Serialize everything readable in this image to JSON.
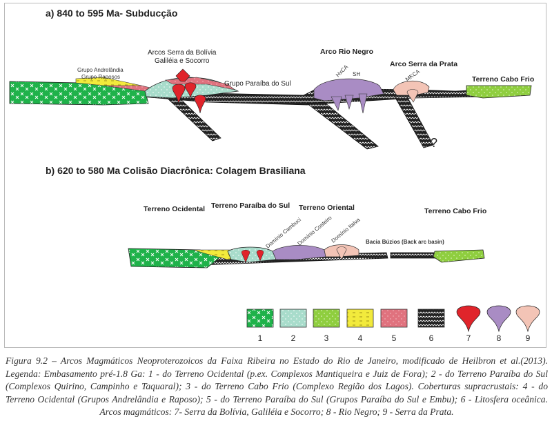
{
  "panel_a": {
    "title": "a) 840  to 595 Ma- Subducção",
    "labels": {
      "arcos_bolivia_1": "Arcos Serra da Bolívia",
      "arcos_bolivia_2": "Galiléia e Socorro",
      "andrelandia_1": "Grupo Andrelândia",
      "andrelandia_2": "Grupo Raposos",
      "paraiba_sul": "Grupo Paraíba do Sul",
      "rio_negro": "Arco Rio Negro",
      "serra_prata": "Arco Serra da Prata",
      "cabo_frio": "Terreno Cabo Frio",
      "hxca": "HxCA",
      "sh": "SH",
      "mkca": "MKCA",
      "question": "?"
    }
  },
  "panel_b": {
    "title": "b) 620 to 580 Ma Colisão Diacrônica: Colagem Brasiliana",
    "labels": {
      "ocidental": "Terreno Ocidental",
      "paraiba": "Terreno Paraíba do Sul",
      "oriental": "Terreno Oriental",
      "cabo_frio": "Terreno Cabo Frio",
      "cambuci": "Domínio Cambuci",
      "costeiro": "Domínio Costeiro",
      "italva": "Domínio Italva",
      "buzios": "Bacia Búzios (Back arc basin)"
    }
  },
  "legend": {
    "items": [
      {
        "num": "1",
        "color": "#1fb24a",
        "icon": "cross-pattern"
      },
      {
        "num": "2",
        "color": "#a8dccb",
        "icon": "dot-pattern"
      },
      {
        "num": "3",
        "color": "#8fce3f",
        "icon": "dot-pattern"
      },
      {
        "num": "4",
        "color": "#f2ea3c",
        "icon": "dash-pattern"
      },
      {
        "num": "5",
        "color": "#e0727e",
        "icon": "dot-pattern"
      },
      {
        "num": "6",
        "color": "#222222",
        "icon": "zigzag-pattern"
      },
      {
        "num": "7",
        "color": "#e0242b",
        "icon": "pluton-red"
      },
      {
        "num": "8",
        "color": "#a98cc4",
        "icon": "pluton-purple"
      },
      {
        "num": "9",
        "color": "#f3c4b6",
        "icon": "pluton-peach"
      }
    ]
  },
  "caption": "Figura 9.2 – Arcos Magmáticos Neoproterozoicos da Faixa Ribeira no Estado do Rio de Janeiro, modificado de Heilbron et al.(2013). Legenda: Embasamento pré-1.8 Ga: 1 - do Terreno Ocidental (p.ex. Complexos Mantiqueira e Juiz de Fora); 2 - do Terreno Paraíba do Sul (Complexos Quirino, Campinho e Taquaral); 3 - do Terreno Cabo Frio (Complexo Região dos Lagos). Coberturas supracrustais: 4 - do Terreno Ocidental (Grupos Andrelândia e Raposo); 5 - do Terreno Paraíba do Sul (Grupos Paraíba do Sul e Embu); 6 - Litosfera oceânica. Arcos magmáticos: 7- Serra da Bolívia, Galiléia e Socorro; 8 - Rio Negro; 9 - Serra da Prata."
}
